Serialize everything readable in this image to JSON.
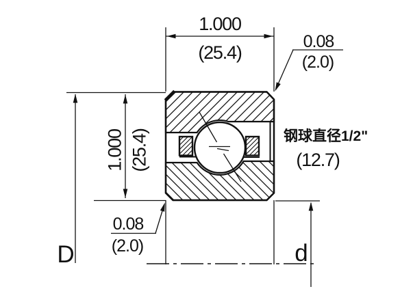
{
  "dim_width": {
    "in": "1.000",
    "mm": "(25.4)"
  },
  "dim_height": {
    "in": "1.000",
    "mm": "(25.4)"
  },
  "chamfer_top_right": {
    "in": "0.08",
    "mm": "(2.0)"
  },
  "chamfer_bottom_left": {
    "in": "0.08",
    "mm": "(2.0)"
  },
  "ball_note": {
    "label_cn": "钢球直径1/2\"",
    "mm": "(12.7)"
  },
  "symbols": {
    "outer_diameter": "D",
    "inner_diameter": "d"
  },
  "colors": {
    "ink": "#111111",
    "paper": "#ffffff"
  }
}
